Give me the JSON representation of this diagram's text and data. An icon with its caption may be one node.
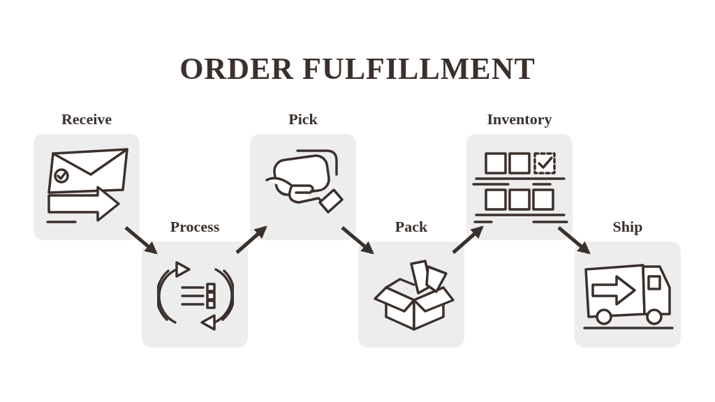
{
  "diagram": {
    "title": "ORDER FULFILLMENT",
    "nodes": [
      {
        "text": [
          "Receive"
        ]
      },
      {
        "text": [
          "Process"
        ]
      },
      {
        "text": [
          "Pick"
        ]
      },
      {
        "text": [
          "Pack"
        ]
      },
      {
        "text": [
          "Inventory"
        ]
      },
      {
        "text": [
          "Ship"
        ]
      }
    ],
    "edges": [
      {
        "from": 0,
        "to": 1,
        "arrow": "to"
      },
      {
        "from": 1,
        "to": 2,
        "arrow": "to"
      },
      {
        "from": 2,
        "to": 3,
        "arrow": "to"
      },
      {
        "from": 3,
        "to": 4,
        "arrow": "to"
      },
      {
        "from": 4,
        "to": 5,
        "arrow": "to"
      }
    ]
  }
}
